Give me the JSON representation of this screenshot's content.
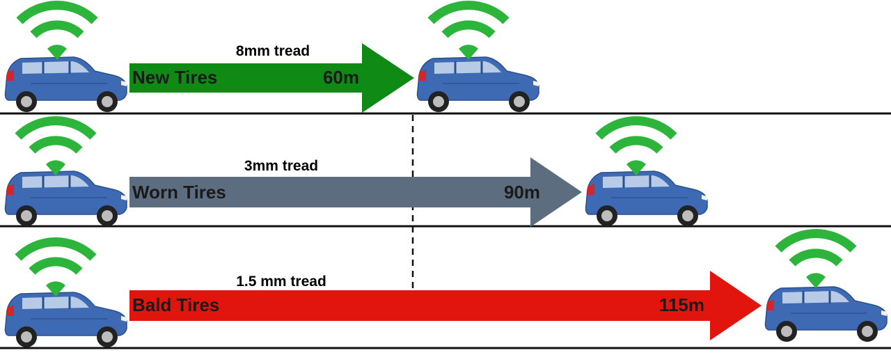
{
  "colors": {
    "new": "#0f8a14",
    "worn": "#5d6d80",
    "bald": "#e1150d",
    "signal": "#2cb53a",
    "car_body": "#3e69b3",
    "road": "#111111"
  },
  "rows": [
    {
      "tread": "8mm tread",
      "label": "New Tires",
      "distance": "60m",
      "color_key": "new"
    },
    {
      "tread": "3mm tread",
      "label": "Worn Tires",
      "distance": "90m",
      "color_key": "worn"
    },
    {
      "tread": "1.5 mm tread",
      "label": "Bald Tires",
      "distance": "115m",
      "color_key": "bald"
    }
  ],
  "icons": {
    "car": "car-icon",
    "signal": "wifi-signal-icon"
  }
}
